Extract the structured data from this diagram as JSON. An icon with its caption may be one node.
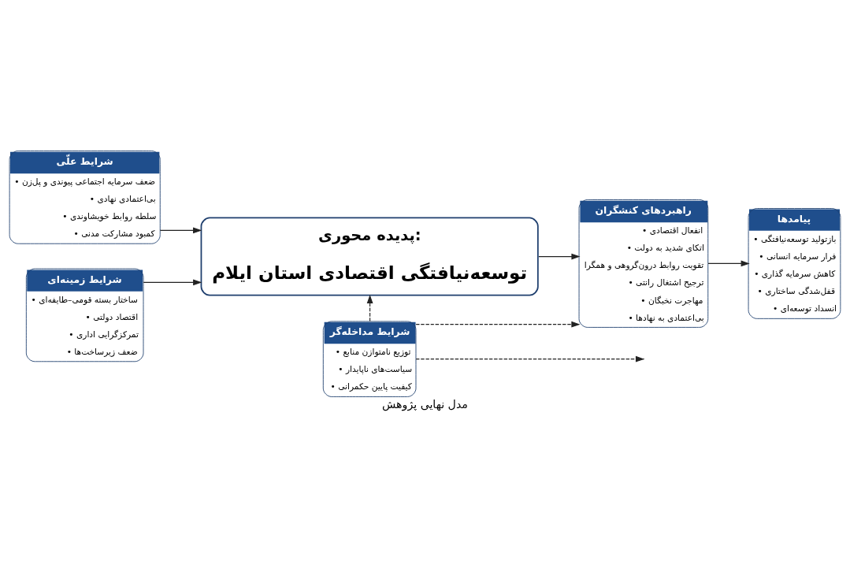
{
  "diagram": {
    "caption": "مدل نهایی پژوهش",
    "nodes": [
      {
        "text": [
          "شرایط مداخله‌گر",
          "• توزیع نامتوازن منابع",
          "• سیاست‌های ناپایدار",
          "• کیفیت پایین حکمرانی"
        ]
      },
      {
        "text": [
          "شرایط علّی",
          "• ضعف سرمایه اجتماعی پیوندی و پل‌زن",
          "• بی‌اعتمادی نهادی",
          "• سلطه روابط خویشاوندی",
          "• کمبود مشارکت مدنی"
        ]
      },
      {
        "text": [
          "شرایط زمینه‌ای",
          "• ساختار بسته قومی–طایفه‌ای",
          "• اقتصاد دولتی",
          "• تمرکزگرایی اداری",
          "• ضعف زیرساخت‌ها"
        ]
      },
      {
        "text": [
          "پدیده محوری:",
          "توسعه‌نیافتگی اقتصادی استان ایلام"
        ]
      },
      {
        "text": [
          "راهبردهای کنشگران",
          "• انفعال اقتصادی",
          "• اتکای شدید به دولت",
          "تقویت روابط درون‌گروهی و همگرا",
          "• ترجیح اشتغال رانتی",
          "• مهاجرت نخبگان",
          "• بی‌اعتمادی به نهادها"
        ]
      },
      {
        "text": [
          "پیامدها",
          "• بازتولید توسعه‌نیافتگی",
          "• فرار سرمایه انسانی",
          "• کاهش سرمایه گذاری",
          "• قفل‌شدگی ساختاری",
          "• انسداد توسعه‌ای"
        ]
      }
    ],
    "edges": [
      {
        "from": 1,
        "to": 3,
        "arrow": "to"
      },
      {
        "from": 2,
        "to": 3,
        "arrow": "to"
      },
      {
        "from": 0,
        "to": 3,
        "arrow": "to",
        "style": "dashed"
      },
      {
        "from": 0,
        "to": null,
        "arrow": "to",
        "style": "dashed"
      },
      {
        "from": 0,
        "to": 4,
        "arrow": "to",
        "style": "dashed"
      },
      {
        "from": 3,
        "to": 4,
        "arrow": "to"
      },
      {
        "from": 4,
        "to": 5,
        "arrow": "to"
      }
    ]
  }
}
